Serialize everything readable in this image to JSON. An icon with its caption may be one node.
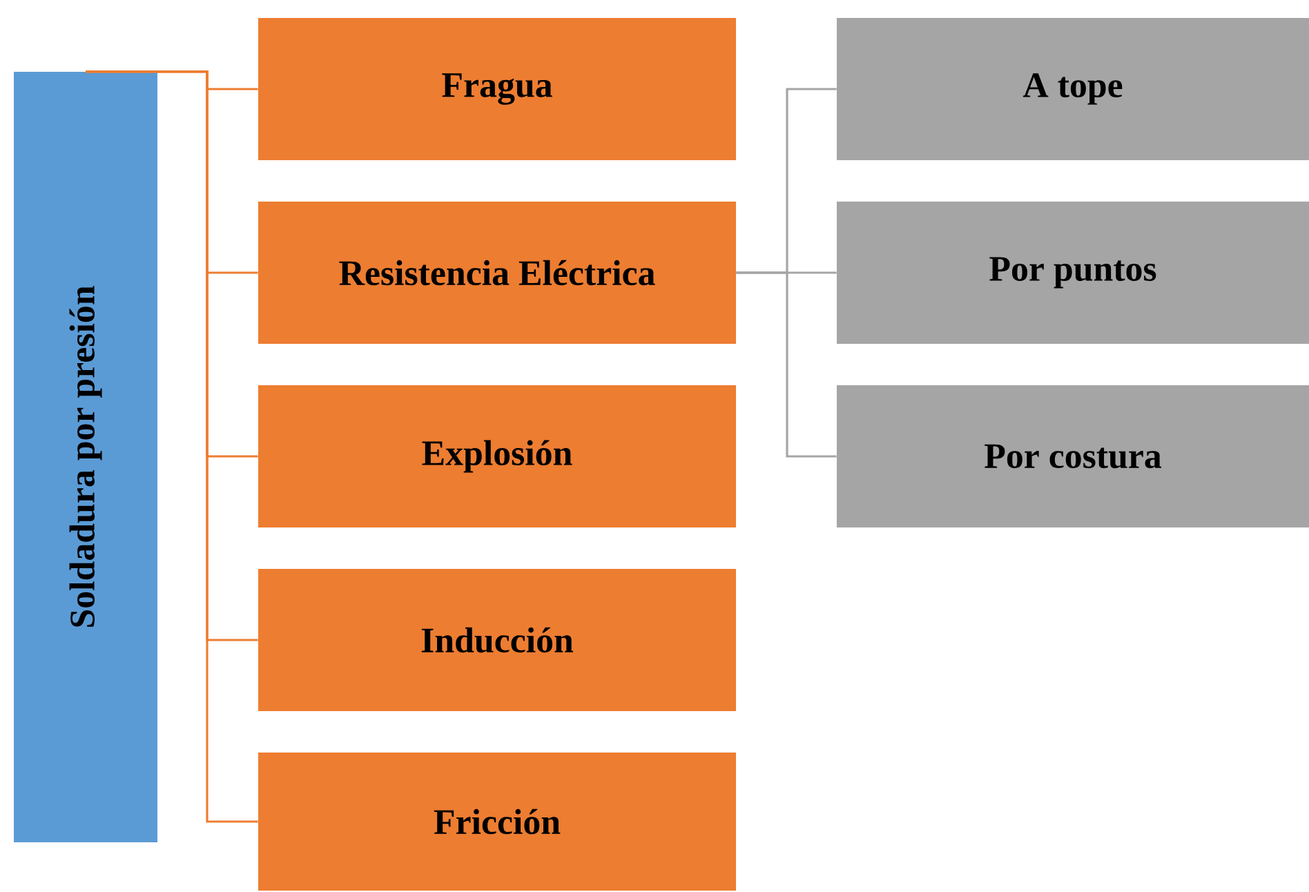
{
  "diagram": {
    "nodes": [
      {
        "text": [
          "Soldadura por presión"
        ]
      },
      {
        "text": [
          "Fragua"
        ]
      },
      {
        "text": [
          "Resistencia Eléctrica"
        ]
      },
      {
        "text": [
          "Explosión"
        ]
      },
      {
        "text": [
          "Inducción"
        ]
      },
      {
        "text": [
          "Fricción"
        ]
      },
      {
        "text": [
          "A tope"
        ]
      },
      {
        "text": [
          "Por puntos"
        ]
      },
      {
        "text": [
          "Por costura"
        ]
      }
    ],
    "edges": [
      {
        "from": 0,
        "to": 1,
        "arrow": "none"
      },
      {
        "from": 0,
        "to": 2,
        "arrow": "none"
      },
      {
        "from": 0,
        "to": 3,
        "arrow": "none"
      },
      {
        "from": 0,
        "to": 4,
        "arrow": "none"
      },
      {
        "from": 0,
        "to": 5,
        "arrow": "none"
      },
      {
        "from": 2,
        "to": 6,
        "arrow": "none",
        "color": "#a5a5a5"
      },
      {
        "from": 2,
        "to": 7,
        "arrow": "none",
        "color": "#a5a5a5"
      },
      {
        "from": 2,
        "to": 8,
        "arrow": "none",
        "color": "#a5a5a5"
      }
    ]
  }
}
